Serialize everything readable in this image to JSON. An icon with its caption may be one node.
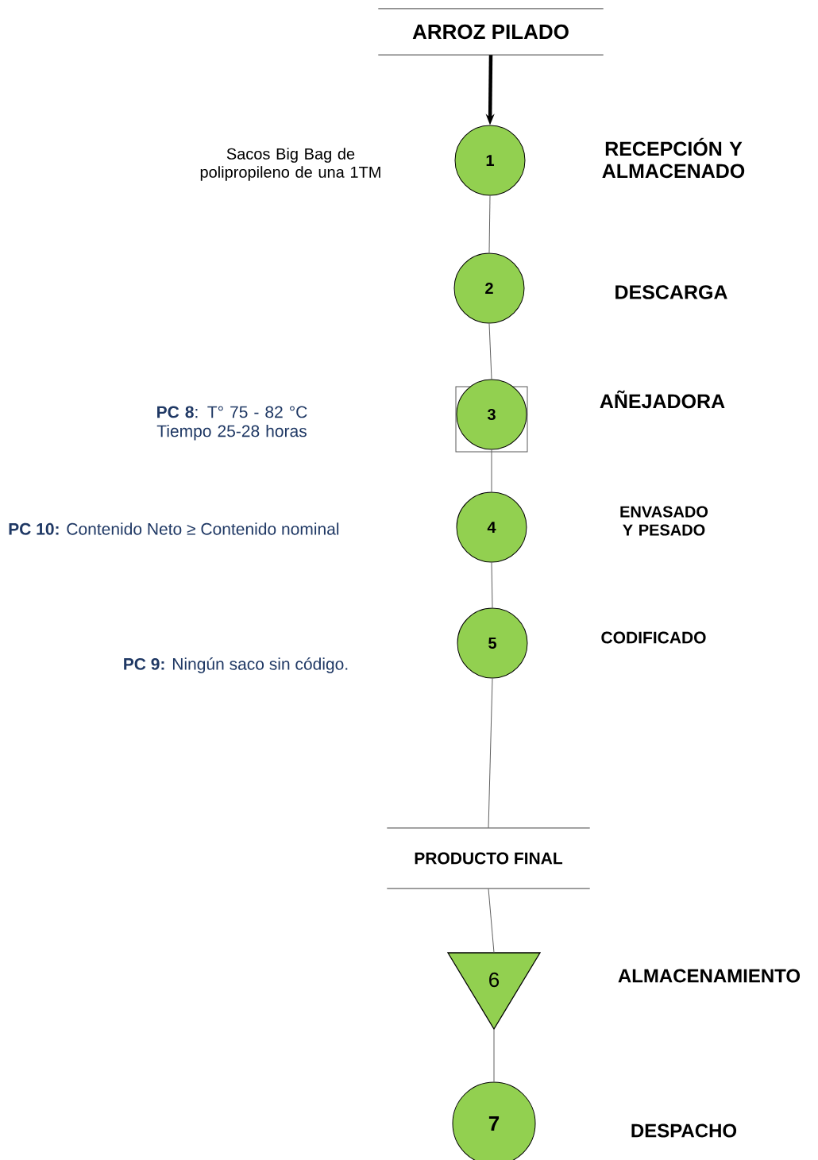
{
  "diagram": {
    "nodes": [
      {
        "text": [
          "ARROZ PILADO"
        ]
      },
      {
        "text": [
          "1"
        ]
      },
      {
        "text": [
          "2"
        ]
      },
      {
        "text": [
          "3"
        ]
      },
      {
        "text": [
          "4"
        ]
      },
      {
        "text": [
          "5"
        ]
      },
      {
        "text": [
          "PRODUCTO FINAL"
        ]
      },
      {
        "text": [
          "6"
        ]
      },
      {
        "text": [
          "7"
        ]
      }
    ],
    "edges": [
      {
        "from": 0,
        "to": 1,
        "arrow": "to",
        "style": "thick",
        "color": "#000000"
      },
      {
        "from": 1,
        "to": 2,
        "arrow": "none"
      },
      {
        "from": 2,
        "to": 3,
        "arrow": "none"
      },
      {
        "from": 3,
        "to": 4,
        "arrow": "none"
      },
      {
        "from": 4,
        "to": 5,
        "arrow": "none"
      },
      {
        "from": 5,
        "to": 6,
        "arrow": "none"
      },
      {
        "from": 6,
        "to": 7,
        "arrow": "none"
      },
      {
        "from": 7,
        "to": 8,
        "arrow": "none"
      }
    ],
    "labels": [
      "Sacos Big Bag de polipropileno de una 1TM",
      "RECEPCIÓN Y ALMACENADO",
      "DESCARGA",
      "**PC 8**: T° 75 - 82 °C Tiempo 25-28 horas",
      "AÑEJADORA",
      "**PC 10:** Contenido Neto ≥ Contenido nominal",
      "ENVASADO Y PESADO",
      "CODIFICADO",
      "**PC 9:** Ningún saco sin código.",
      "ALMACENAMIENTO",
      "DESPACHO"
    ]
  }
}
